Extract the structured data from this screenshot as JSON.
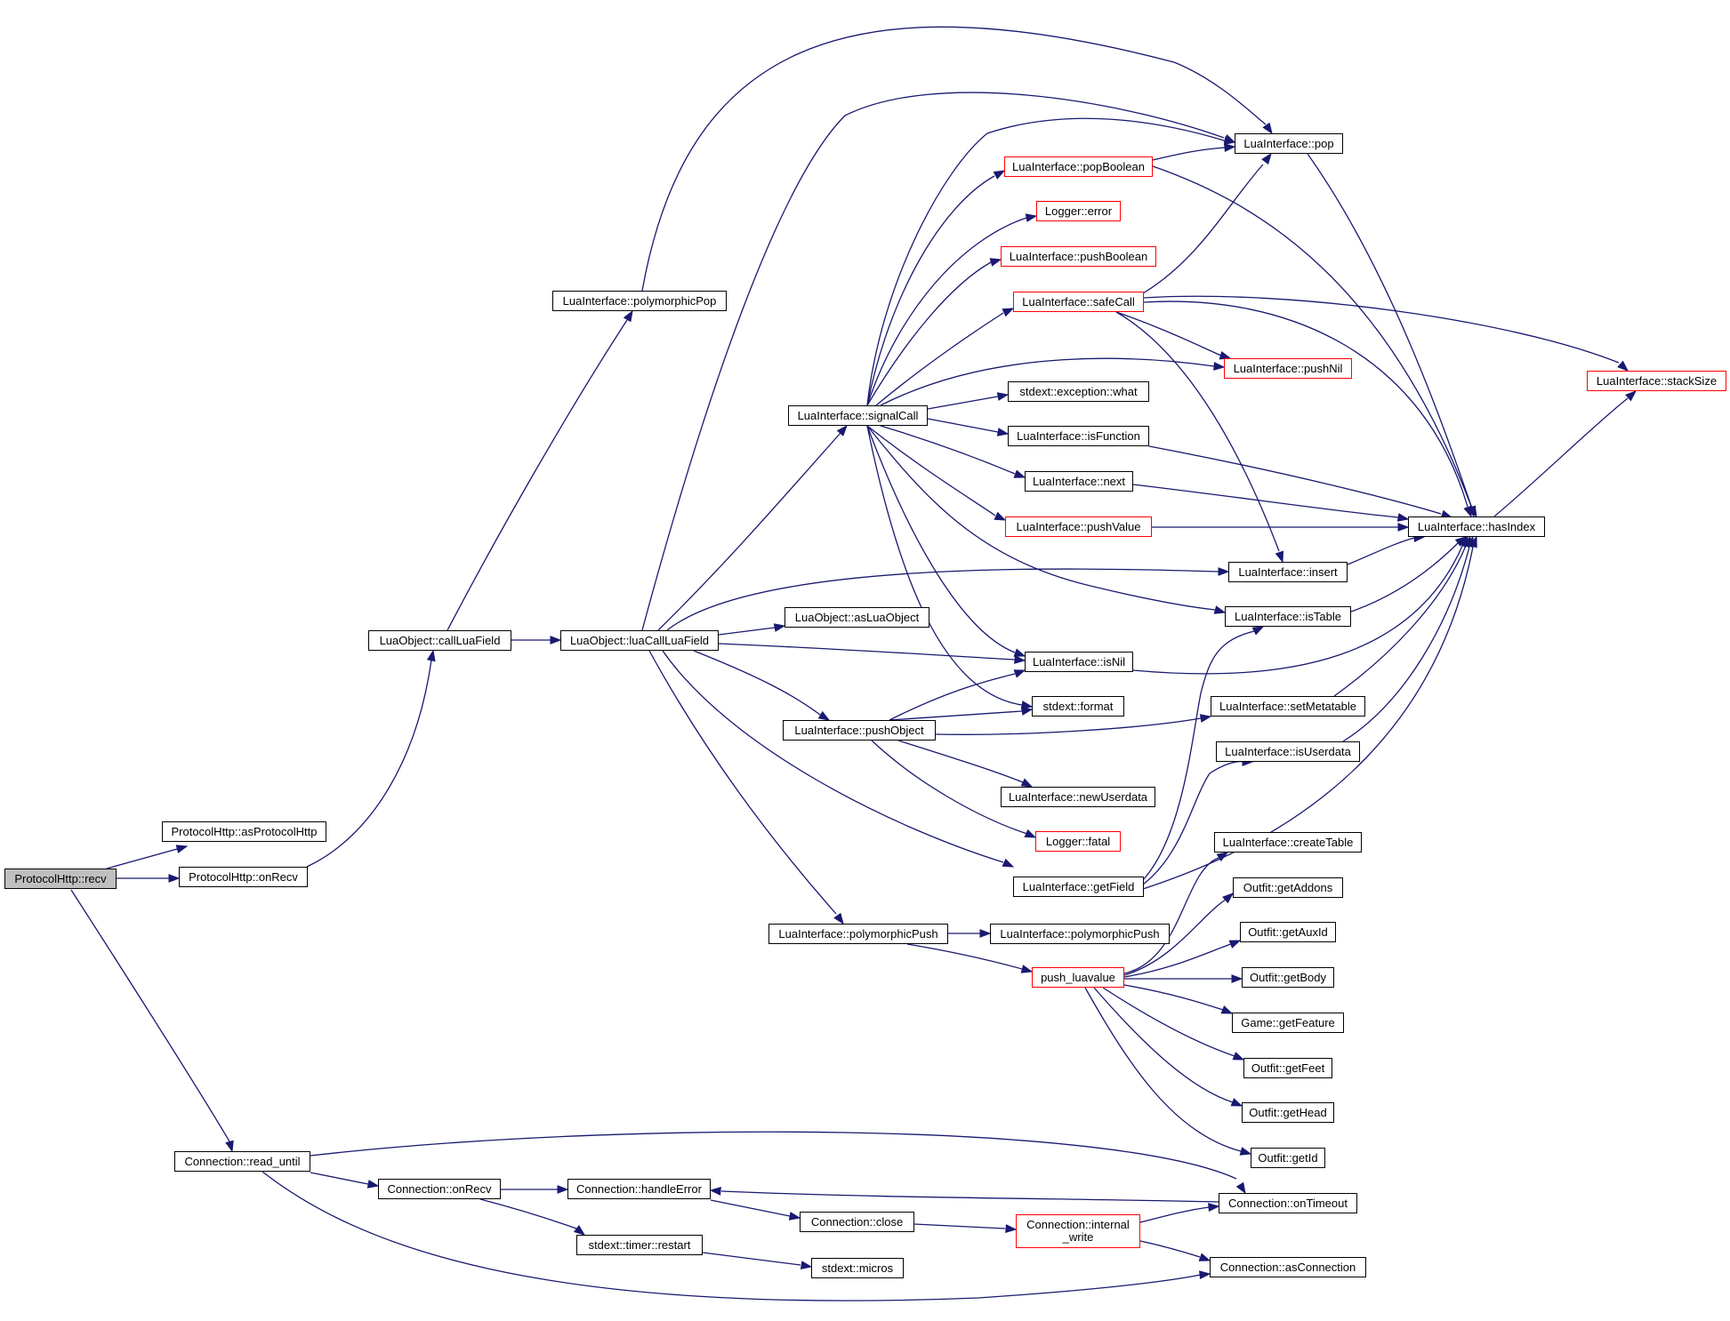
{
  "colors": {
    "edge": "#191970",
    "node_border": "#000000",
    "truncated_border": "#ff0000",
    "root_fill": "#bfbfbf"
  },
  "nodes": {
    "recv": "ProtocolHttp::recv",
    "asProtocolHttp": "ProtocolHttp::asProtocolHttp",
    "onRecvHttp": "ProtocolHttp::onRecv",
    "callLuaField": "LuaObject::callLuaField",
    "polymorphicPop": "LuaInterface::polymorphicPop",
    "luaCallLuaField": "LuaObject::luaCallLuaField",
    "signalCall": "LuaInterface::signalCall",
    "asLuaObject": "LuaObject::asLuaObject",
    "pushObject": "LuaInterface::pushObject",
    "polymorphicPush": "LuaInterface::polymorphicPush",
    "polymorphicPush2": "LuaInterface::polymorphicPush",
    "popBoolean": "LuaInterface::popBoolean",
    "loggerError": "Logger::error",
    "pushBoolean": "LuaInterface::pushBoolean",
    "safeCall": "LuaInterface::safeCall",
    "exceptionWhat": "stdext::exception::what",
    "isFunction": "LuaInterface::isFunction",
    "next": "LuaInterface::next",
    "pushValue": "LuaInterface::pushValue",
    "isNil": "LuaInterface::isNil",
    "format": "stdext::format",
    "newUserdata": "LuaInterface::newUserdata",
    "fatal": "Logger::fatal",
    "getField": "LuaInterface::getField",
    "pushLuavalue": "push_luavalue",
    "pop": "LuaInterface::pop",
    "pushNil": "LuaInterface::pushNil",
    "insert": "LuaInterface::insert",
    "isTable": "LuaInterface::isTable",
    "setMetatable": "LuaInterface::setMetatable",
    "isUserdata": "LuaInterface::isUserdata",
    "createTable": "LuaInterface::createTable",
    "getAddons": "Outfit::getAddons",
    "getAuxId": "Outfit::getAuxId",
    "getBody": "Outfit::getBody",
    "getFeature": "Game::getFeature",
    "getFeet": "Outfit::getFeet",
    "getHead": "Outfit::getHead",
    "getId": "Outfit::getId",
    "hasIndex": "LuaInterface::hasIndex",
    "stackSize": "LuaInterface::stackSize",
    "readUntil": "Connection::read_until",
    "connOnRecv": "Connection::onRecv",
    "handleError": "Connection::handleError",
    "timerRestart": "stdext::timer::restart",
    "connClose": "Connection::close",
    "micros": "stdext::micros",
    "internalWrite": "Connection::internal\n_write",
    "onTimeout": "Connection::onTimeout",
    "asConnection": "Connection::asConnection"
  }
}
